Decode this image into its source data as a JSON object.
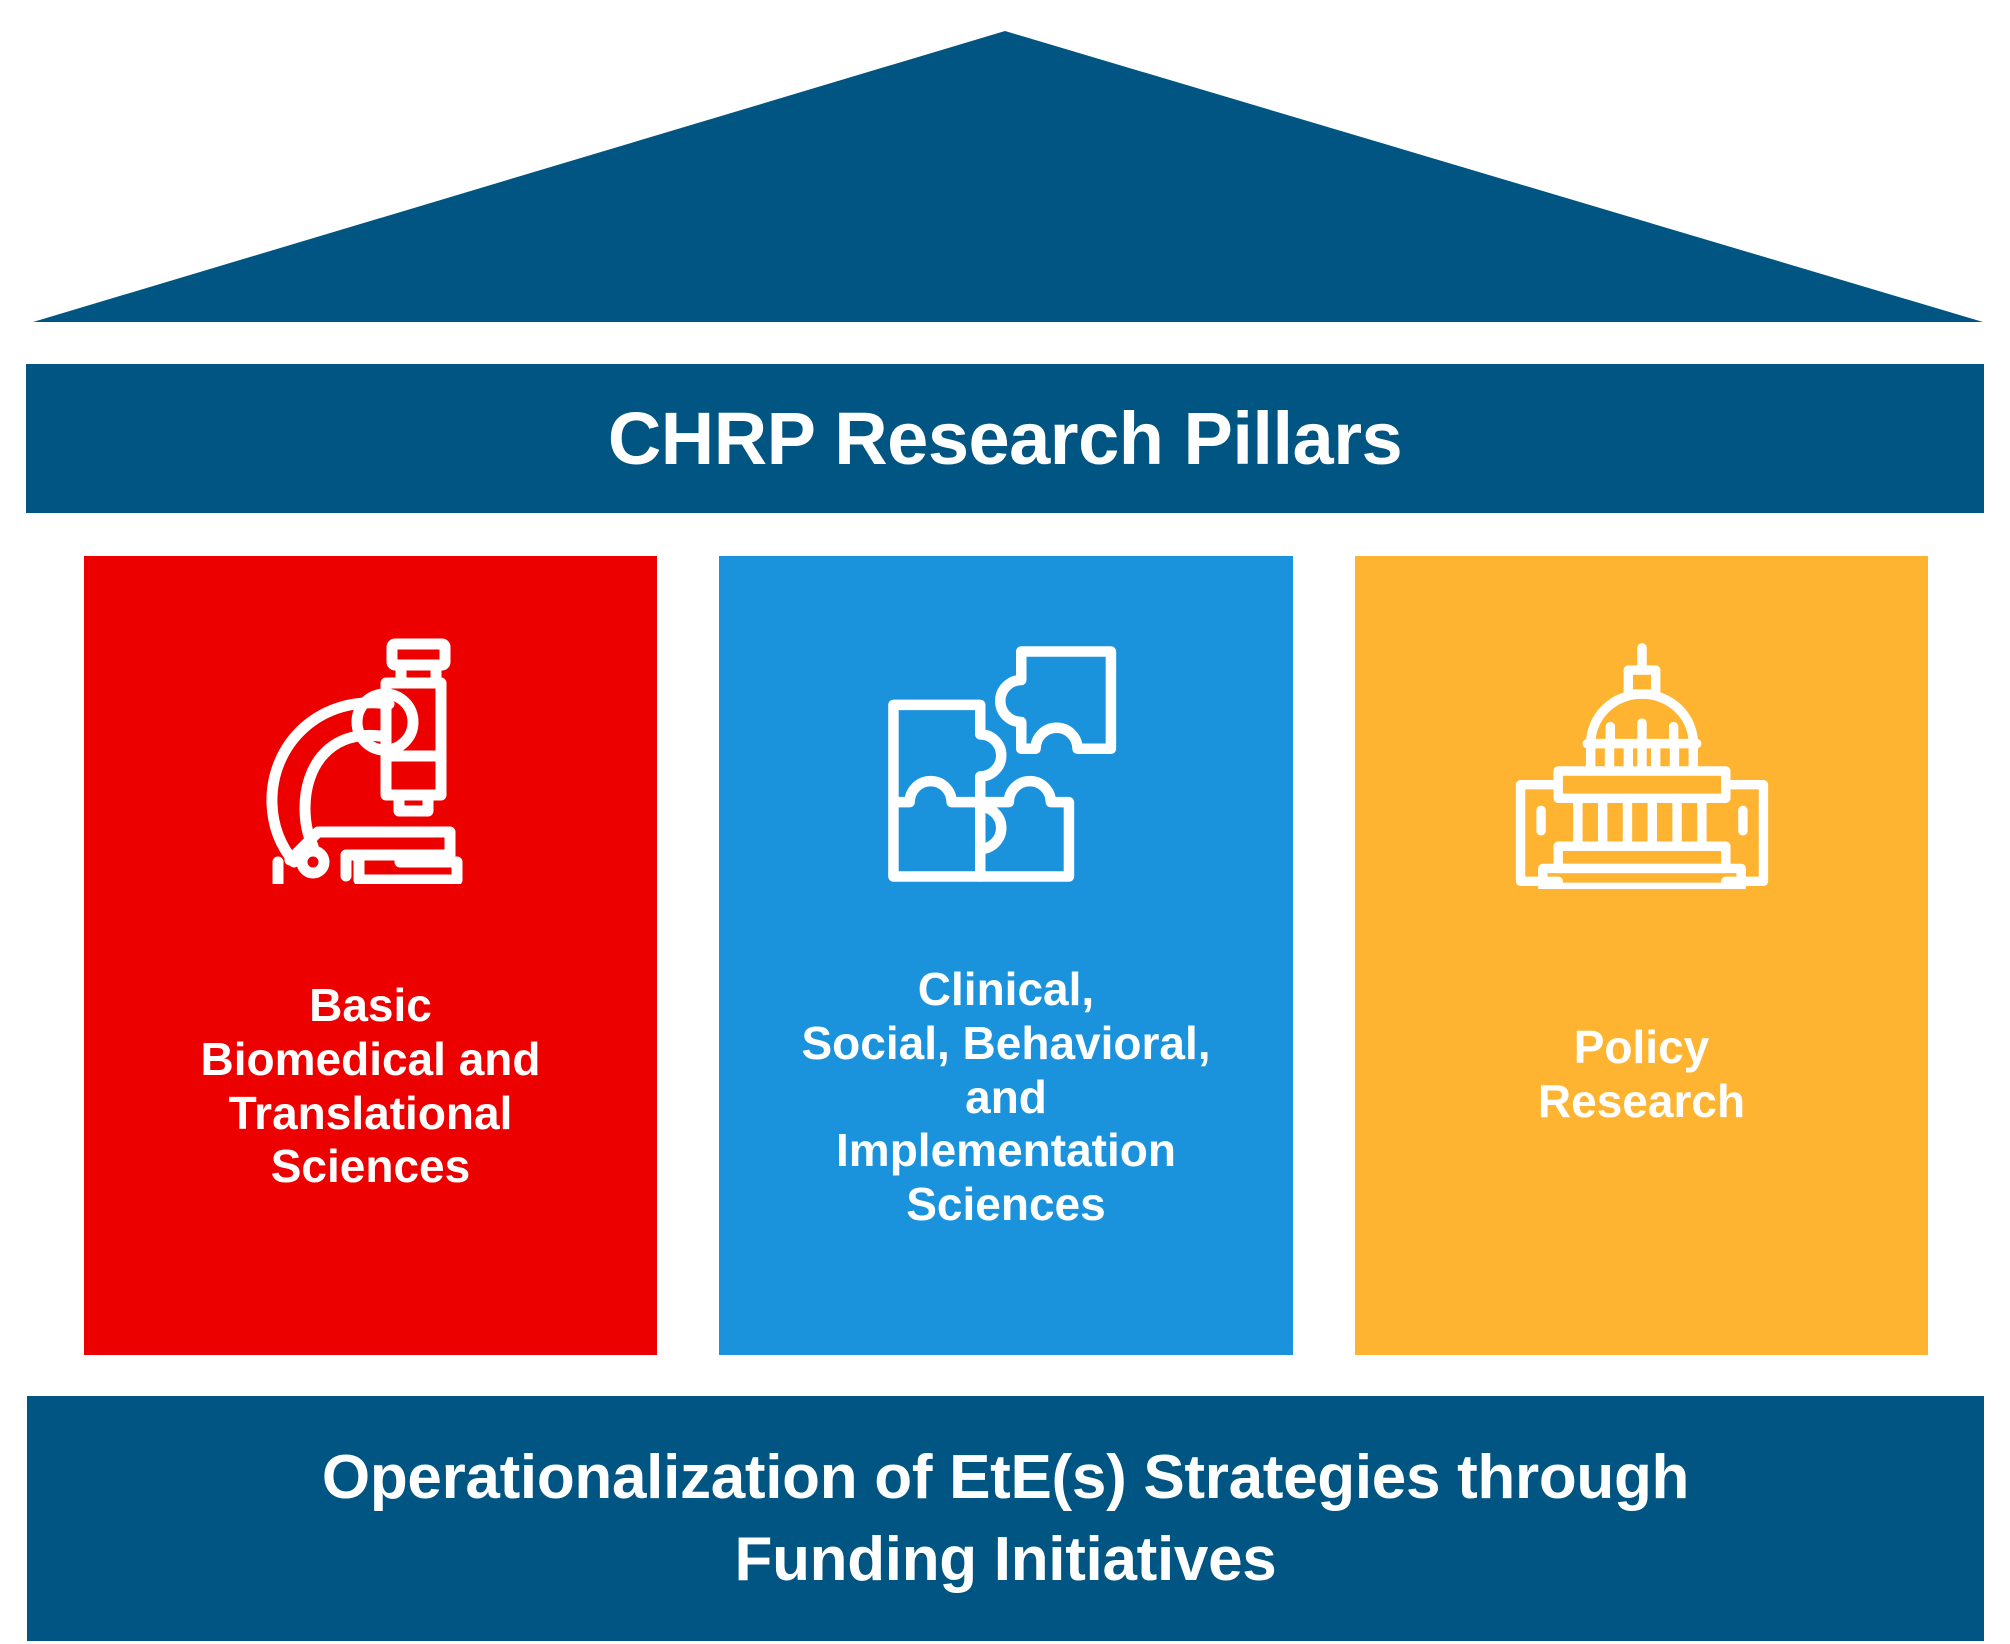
{
  "header": {
    "title": "CHRP Research Pillars"
  },
  "roof": {
    "icon": "pediment-roof-shape",
    "color": "#005582"
  },
  "pillars": [
    {
      "id": "basic-biomedical-translational-sciences",
      "icon": "microscope-icon",
      "label": "Basic\nBiomedical and\nTranslational\nSciences",
      "color": "#ED0000"
    },
    {
      "id": "clinical-social-behavioral-implementation-sciences",
      "icon": "puzzle-pieces-icon",
      "label": "Clinical,\nSocial, Behavioral,\nand\nImplementation\nSciences",
      "color": "#1B93DC"
    },
    {
      "id": "policy-research",
      "icon": "capitol-building-icon",
      "label": "Policy\nResearch",
      "color": "#FEB430"
    }
  ],
  "footer": {
    "text": "Operationalization of EtE(s) Strategies through\nFunding Initiatives",
    "color": "#005582"
  },
  "theme": {
    "background": "#FFFFFF",
    "text_on_color": "#FFFFFF",
    "dark_blue": "#005582",
    "red": "#ED0000",
    "light_blue": "#1B93DC",
    "orange": "#FEB430"
  }
}
